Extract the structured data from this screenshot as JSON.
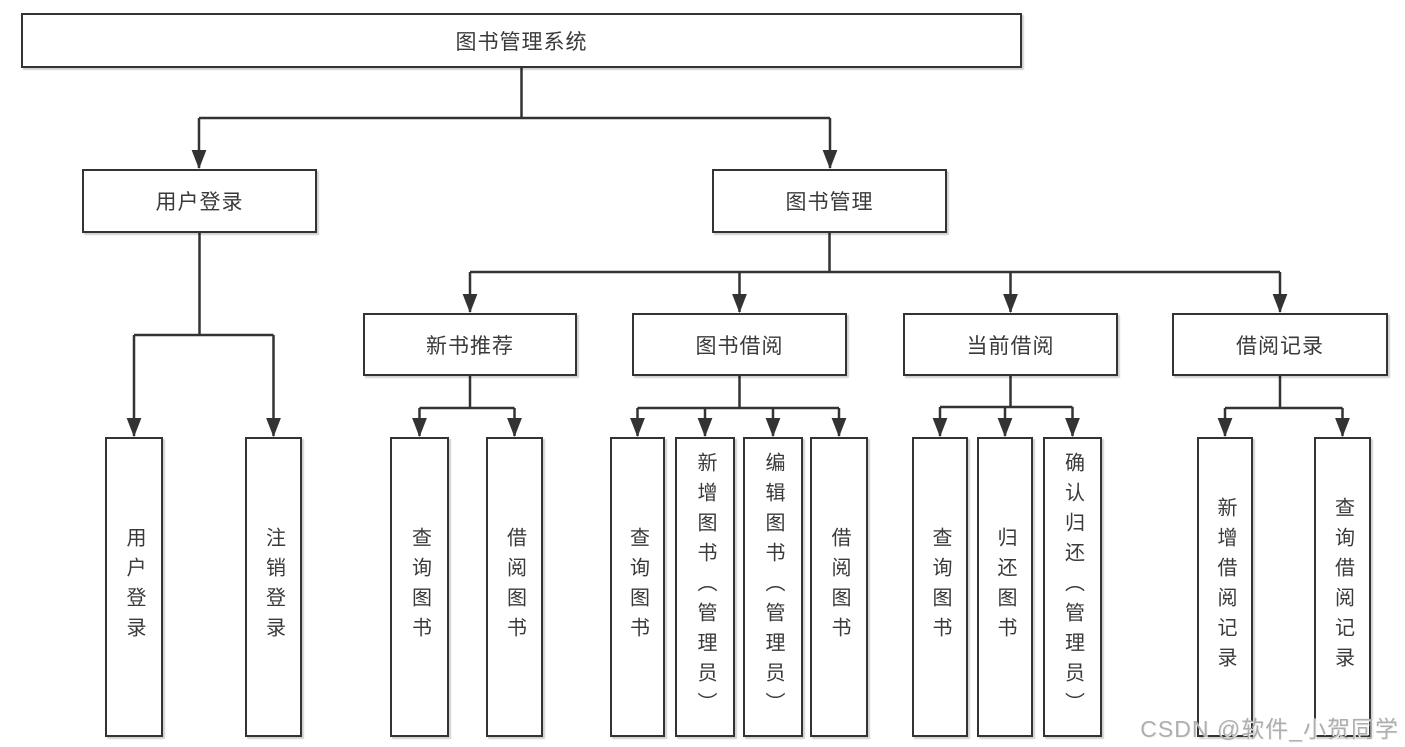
{
  "style": {
    "line_color": "#333333",
    "box_border_color": "#333333",
    "text_color": "#3a3a3a",
    "watermark_color": "#aeaeae",
    "background": "#ffffff"
  },
  "watermark": "CSDN @软件_小贺同学",
  "tree": {
    "label": "图书管理系统",
    "children": [
      {
        "label": "用户登录",
        "children": [
          {
            "label": "用户登录"
          },
          {
            "label": "注销登录"
          }
        ]
      },
      {
        "label": "图书管理",
        "children": [
          {
            "label": "新书推荐",
            "children": [
              {
                "label": "查询图书"
              },
              {
                "label": "借阅图书"
              }
            ]
          },
          {
            "label": "图书借阅",
            "children": [
              {
                "label": "查询图书"
              },
              {
                "label": "新增图书（管理员）"
              },
              {
                "label": "编辑图书（管理员）"
              },
              {
                "label": "借阅图书"
              }
            ]
          },
          {
            "label": "当前借阅",
            "children": [
              {
                "label": "查询图书"
              },
              {
                "label": "归还图书"
              },
              {
                "label": "确认归还（管理员）"
              }
            ]
          },
          {
            "label": "借阅记录",
            "children": [
              {
                "label": "新增借阅记录"
              },
              {
                "label": "查询借阅记录"
              }
            ]
          }
        ]
      }
    ]
  }
}
